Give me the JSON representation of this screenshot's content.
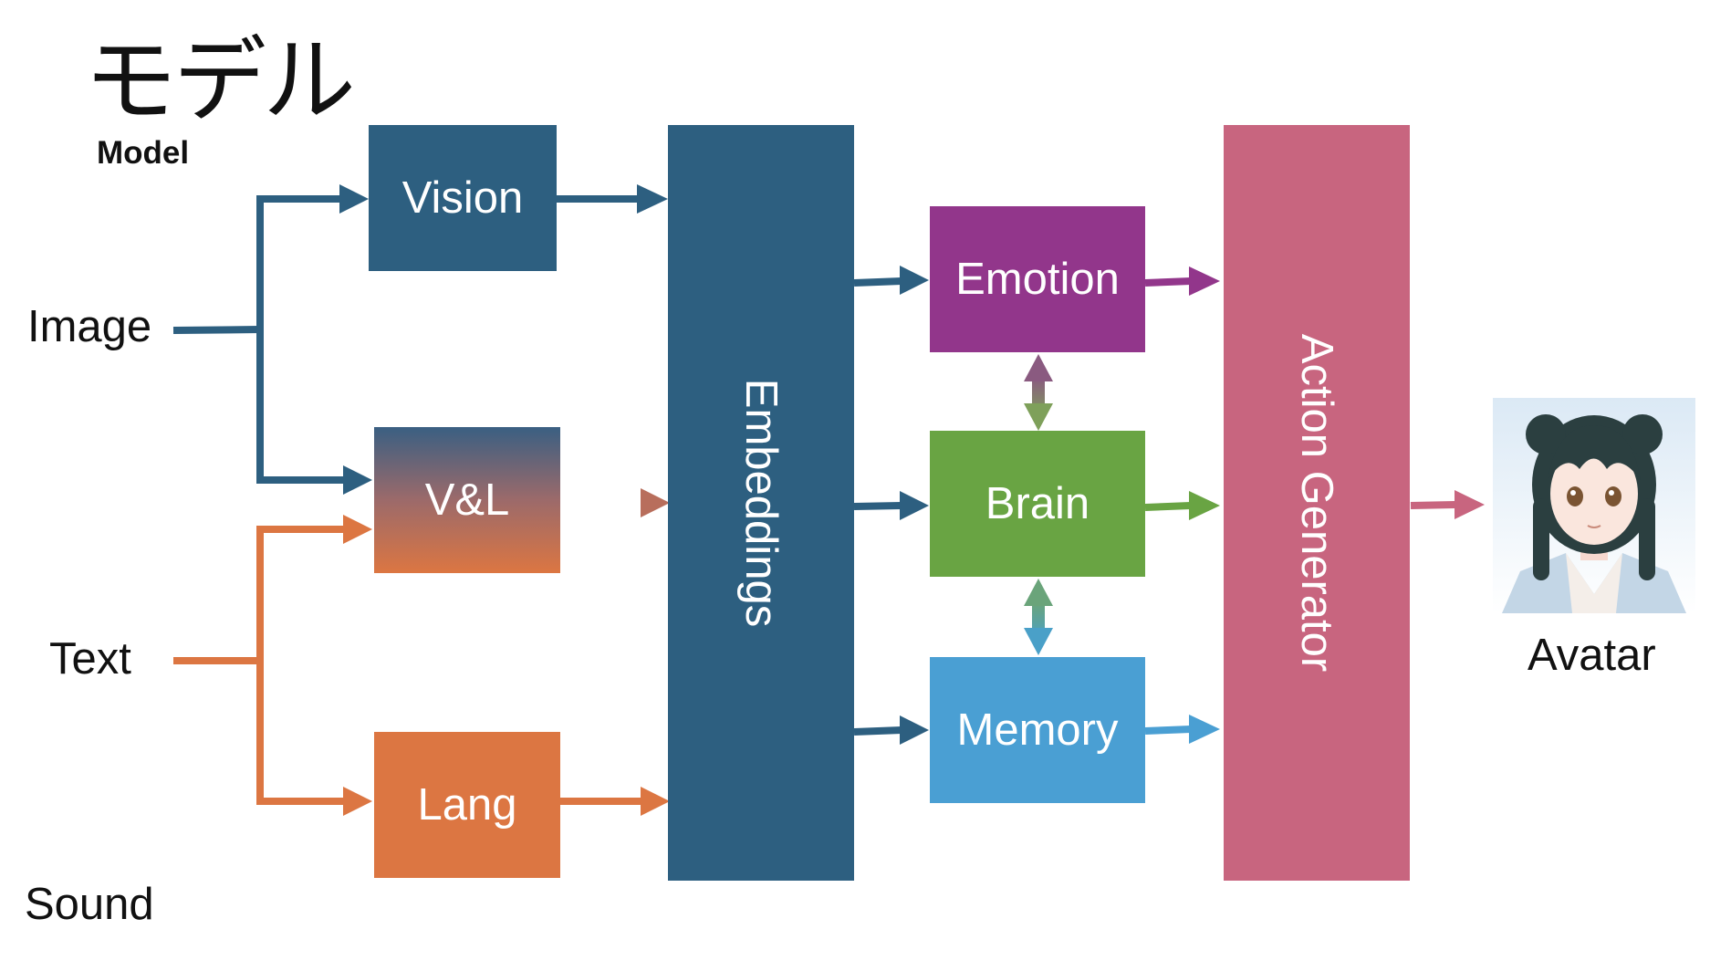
{
  "title": "モデル",
  "subtitle": "Model",
  "inputs": {
    "image": "Image",
    "text": "Text",
    "sound": "Sound"
  },
  "encoders": {
    "vision": "Vision",
    "vl": "V&L",
    "lang": "Lang"
  },
  "embeddings": "Embeddings",
  "modules": {
    "emotion": "Emotion",
    "brain": "Brain",
    "memory": "Memory"
  },
  "action_generator": "Action Generator",
  "output": {
    "avatar_label": "Avatar"
  },
  "colors": {
    "image_path": "#2d5f80",
    "text_path": "#dc7642",
    "embeddings": "#2d5f80",
    "emotion": "#92368b",
    "brain": "#69a443",
    "memory": "#4a9fd3",
    "action_generator": "#c8657f",
    "emotion_brain_link": "#8b8b72",
    "brain_memory_link": "#5da7b3"
  }
}
